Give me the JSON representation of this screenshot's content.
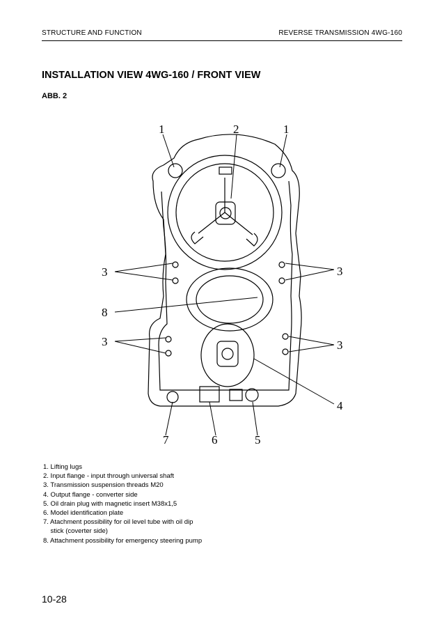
{
  "header": {
    "section": "STRUCTURE AND FUNCTION",
    "chapter": "REVERSE  TRANSMISSION 4WG-160"
  },
  "title": "INSTALLATION VIEW 4WG-160 / FRONT VIEW",
  "subtitle": "ABB. 2",
  "figure": {
    "callouts": {
      "lifting_lug_left": "1",
      "input_flange": "2",
      "lifting_lug_right": "1",
      "susp_upper_left": "3",
      "susp_upper_right": "3",
      "pump_mount": "8",
      "susp_lower_left": "3",
      "susp_lower_right": "3",
      "output_flange": "4",
      "dip_stick": "7",
      "model_plate": "6",
      "drain_plug": "5"
    }
  },
  "legend": [
    "1.  Lifting lugs",
    "2.  Input flange - input through universal shaft",
    "3.  Transmission  suspension threads M20",
    "4.  Output flange - converter side",
    "5.  Oil drain plug with magnetic insert M38x1,5",
    "6.  Model identification plate",
    "7.  Atachment possibility for oil level tube with oil dip",
    "    stick (coverter side)",
    "8.  Attachment possibility for emergency steering pump"
  ],
  "footer": {
    "page_number": "10-28"
  }
}
